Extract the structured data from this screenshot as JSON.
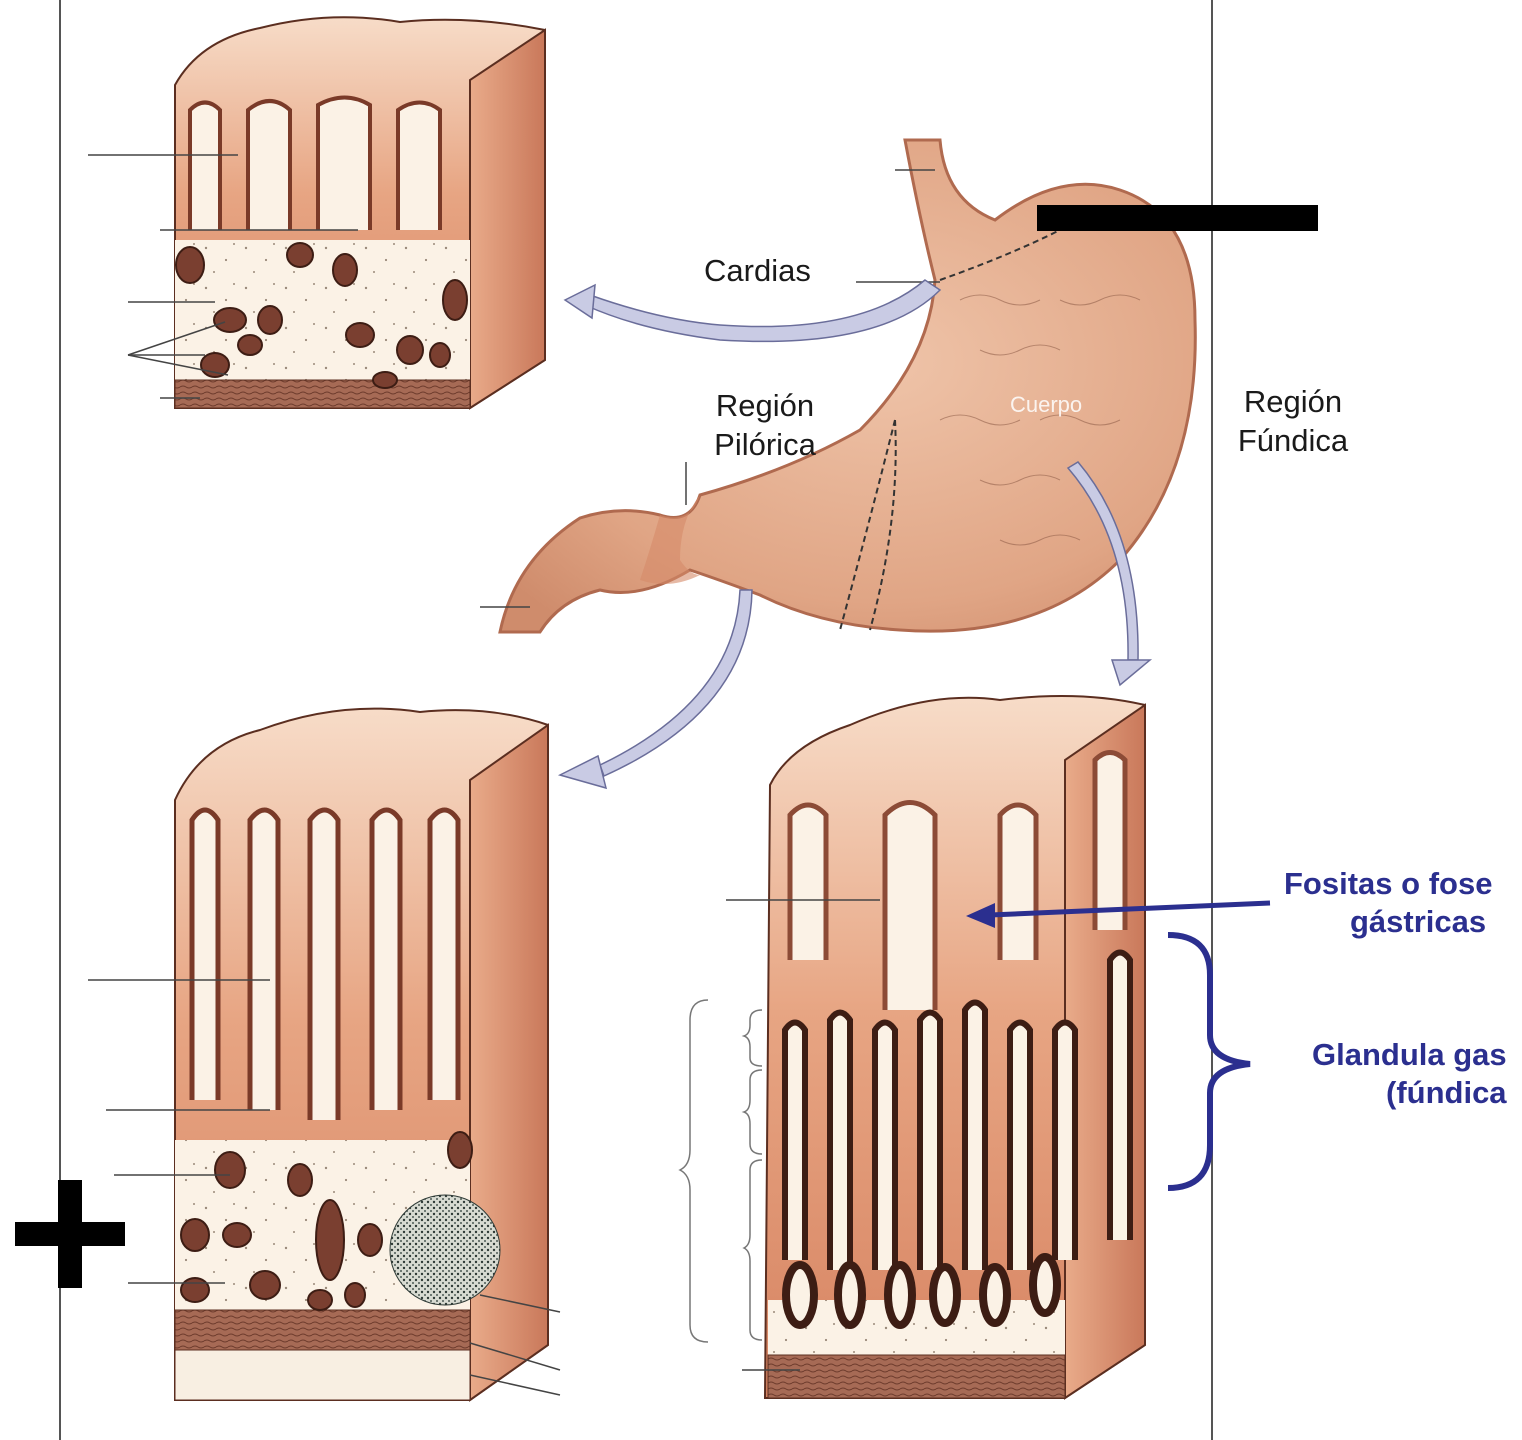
{
  "labels": {
    "cardias": "Cardias",
    "region_pilorica_line1": "Región",
    "region_pilorica_line2": "Pilórica",
    "region_fundica_line1": "Región",
    "region_fundica_line2": "Fúndica",
    "cuerpo": "Cuerpo",
    "fositas_line1": "Fositas o fose",
    "fositas_line2": "gástricas",
    "glandula_line1": "Glandula gas",
    "glandula_line2": "(fúndica"
  },
  "colors": {
    "tissue_light": "#f3c9ad",
    "tissue_mid": "#e39b79",
    "tissue_dark": "#6a3a2c",
    "stomach": "#e2a988",
    "annotation_blue": "#2b2f8f",
    "arrow_fill": "#c9cbe4"
  }
}
